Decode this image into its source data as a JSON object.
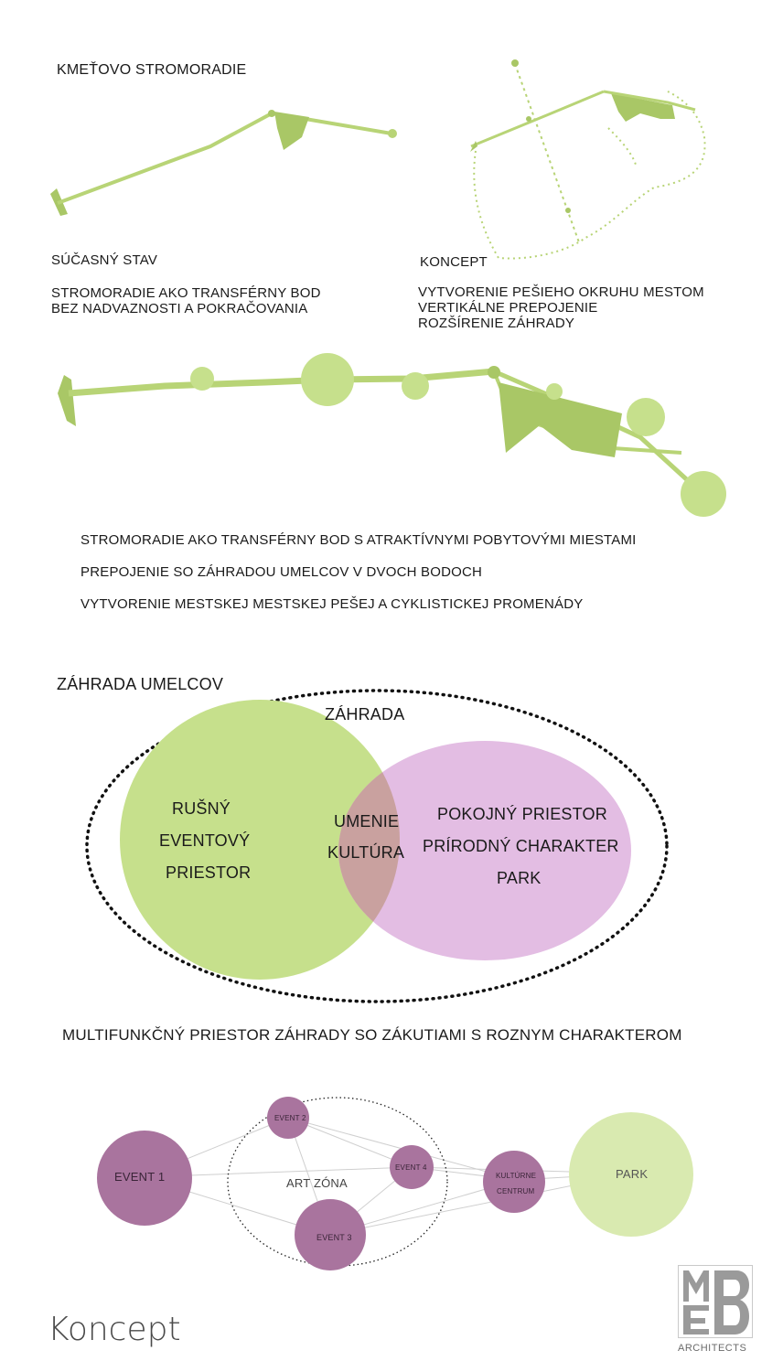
{
  "header": {
    "title": "KMEŤOVO STROMORADIE"
  },
  "current_state": {
    "heading": "SÚČASNÝ STAV",
    "lines": [
      "STROMORADIE AKO TRANSFÉRNY BOD",
      "BEZ NADVAZNOSTI A POKRAČOVANIA"
    ]
  },
  "concept": {
    "heading": "KONCEPT",
    "lines": [
      "VYTVORENIE PEŠIEHO OKRUHU MESTOM",
      "VERTIKÁLNE PREPOJENIE",
      "ROZŠÍRENIE ZÁHRADY"
    ]
  },
  "promenade_notes": [
    "STROMORADIE AKO TRANSFÉRNY BOD S ATRAKTÍVNYMI POBYTOVÝMI MIESTAMI",
    "PREPOJENIE SO ZÁHRADOU UMELCOV V DVOCH BODOCH",
    "VYTVORENIE MESTSKEJ MESTSKEJ PEŠEJ A CYKLISTICKEJ PROMENÁDY"
  ],
  "garden": {
    "heading": "ZÁHRADA UMELCOV",
    "outer_label": "ZÁHRADA",
    "left_circle": [
      "RUŠNÝ",
      "EVENTOVÝ",
      "PRIESTOR"
    ],
    "overlap": [
      "UMENIE",
      "KULTÚRA"
    ],
    "right_circle": [
      "POKOJNÝ PRIESTOR",
      "PRÍRODNÝ CHARAKTER",
      "PARK"
    ]
  },
  "multifunction": {
    "heading": "MULTIFUNKČNÝ PRIESTOR ZÁHRADY SO ZÁKUTIAMI S ROZNYM CHARAKTEROM",
    "art_zone": "ART ZÓNA",
    "nodes": {
      "event1": "EVENT 1",
      "event2": "EVENT 2",
      "event3": "EVENT 3",
      "event4": "EVENT 4",
      "culture_line1": "KULTÚRNE",
      "culture_line2": "CENTRUM",
      "park": "PARK"
    }
  },
  "footer": {
    "title": "Koncept",
    "logo_letters": "MEB",
    "logo_label": "ARCHITECTS"
  },
  "colors": {
    "green": "#c6e08c",
    "green_dark": "#a9c766",
    "purple": "#a9749e",
    "pink": "#e3bde3",
    "overlap": "#c9a19f"
  }
}
